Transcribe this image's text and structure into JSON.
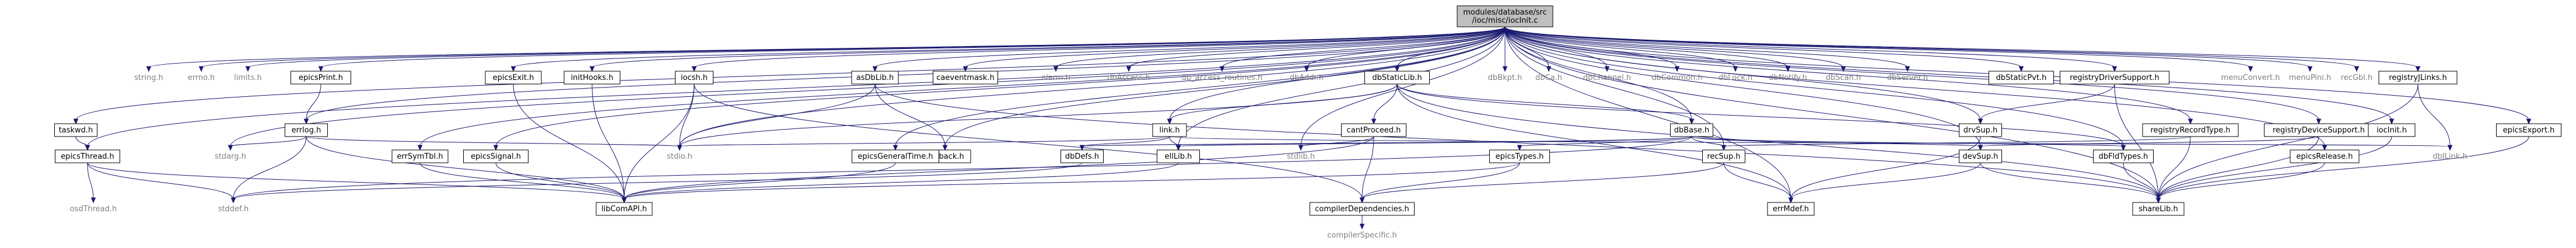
{
  "diagram": {
    "root": "root",
    "nodes": [
      {
        "id": "root",
        "lines": [
          "modules/database/src",
          "/ioc/misc/iocInit.c"
        ],
        "kind": "root"
      },
      {
        "id": "string",
        "lines": [
          "string.h"
        ],
        "kind": "external"
      },
      {
        "id": "errno",
        "lines": [
          "errno.h"
        ],
        "kind": "external"
      },
      {
        "id": "limits",
        "lines": [
          "limits.h"
        ],
        "kind": "external"
      },
      {
        "id": "epicsPrint",
        "lines": [
          "epicsPrint.h"
        ],
        "kind": "local"
      },
      {
        "id": "epicsExit",
        "lines": [
          "epicsExit.h"
        ],
        "kind": "local"
      },
      {
        "id": "initHooks",
        "lines": [
          "initHooks.h"
        ],
        "kind": "local"
      },
      {
        "id": "iocsh",
        "lines": [
          "iocsh.h"
        ],
        "kind": "local"
      },
      {
        "id": "asDbLib",
        "lines": [
          "asDbLib.h"
        ],
        "kind": "local"
      },
      {
        "id": "caeventmask",
        "lines": [
          "caeventmask.h"
        ],
        "kind": "local"
      },
      {
        "id": "alarm",
        "lines": [
          "alarm.h"
        ],
        "kind": "external"
      },
      {
        "id": "dbAccess",
        "lines": [
          "dbAccess.h"
        ],
        "kind": "external"
      },
      {
        "id": "db_access_routines",
        "lines": [
          "db_access_routines.h"
        ],
        "kind": "external"
      },
      {
        "id": "dbAddr",
        "lines": [
          "dbAddr.h"
        ],
        "kind": "external"
      },
      {
        "id": "dbStaticLib",
        "lines": [
          "dbStaticLib.h"
        ],
        "kind": "local"
      },
      {
        "id": "dbBkpt",
        "lines": [
          "dbBkpt.h"
        ],
        "kind": "external"
      },
      {
        "id": "dbCa",
        "lines": [
          "dbCa.h"
        ],
        "kind": "external"
      },
      {
        "id": "dbChannel",
        "lines": [
          "dbChannel.h"
        ],
        "kind": "external"
      },
      {
        "id": "dbCommon",
        "lines": [
          "dbCommon.h"
        ],
        "kind": "external"
      },
      {
        "id": "dbLock",
        "lines": [
          "dbLock.h"
        ],
        "kind": "external"
      },
      {
        "id": "dbNotify",
        "lines": [
          "dbNotify.h"
        ],
        "kind": "external"
      },
      {
        "id": "dbScan",
        "lines": [
          "dbScan.h"
        ],
        "kind": "external"
      },
      {
        "id": "dbServer",
        "lines": [
          "dbServer.h"
        ],
        "kind": "external"
      },
      {
        "id": "dbStaticPvt",
        "lines": [
          "dbStaticPvt.h"
        ],
        "kind": "local"
      },
      {
        "id": "registryDriverSupport",
        "lines": [
          "registryDriverSupport.h"
        ],
        "kind": "local"
      },
      {
        "id": "menuConvert",
        "lines": [
          "menuConvert.h"
        ],
        "kind": "external"
      },
      {
        "id": "menuPini",
        "lines": [
          "menuPini.h"
        ],
        "kind": "external"
      },
      {
        "id": "recGbl",
        "lines": [
          "recGbl.h"
        ],
        "kind": "external"
      },
      {
        "id": "registryJLinks",
        "lines": [
          "registryJLinks.h"
        ],
        "kind": "local"
      },
      {
        "id": "epicsExport",
        "lines": [
          "epicsExport.h"
        ],
        "kind": "local"
      },
      {
        "id": "taskwd",
        "lines": [
          "taskwd.h"
        ],
        "kind": "local"
      },
      {
        "id": "epicsThread",
        "lines": [
          "epicsThread.h"
        ],
        "kind": "local"
      },
      {
        "id": "osdThread",
        "lines": [
          "osdThread.h"
        ],
        "kind": "external"
      },
      {
        "id": "errlog",
        "lines": [
          "errlog.h"
        ],
        "kind": "local"
      },
      {
        "id": "stdarg",
        "lines": [
          "stdarg.h"
        ],
        "kind": "external"
      },
      {
        "id": "stddef",
        "lines": [
          "stddef.h"
        ],
        "kind": "external"
      },
      {
        "id": "libComAPI",
        "lines": [
          "libComAPI.h"
        ],
        "kind": "local"
      },
      {
        "id": "errSymTbl",
        "lines": [
          "errSymTbl.h"
        ],
        "kind": "local"
      },
      {
        "id": "epicsSignal",
        "lines": [
          "epicsSignal.h"
        ],
        "kind": "local"
      },
      {
        "id": "stdio",
        "lines": [
          "stdio.h"
        ],
        "kind": "external"
      },
      {
        "id": "callback",
        "lines": [
          "callback.h"
        ],
        "kind": "local"
      },
      {
        "id": "link",
        "lines": [
          "link.h"
        ],
        "kind": "local"
      },
      {
        "id": "cantProceed",
        "lines": [
          "cantProceed.h"
        ],
        "kind": "local"
      },
      {
        "id": "dbBase",
        "lines": [
          "dbBase.h"
        ],
        "kind": "local"
      },
      {
        "id": "stdlib",
        "lines": [
          "stdlib.h"
        ],
        "kind": "external"
      },
      {
        "id": "epicsGeneralTime",
        "lines": [
          "epicsGeneralTime.h"
        ],
        "kind": "local"
      },
      {
        "id": "dbDefs",
        "lines": [
          "dbDefs.h"
        ],
        "kind": "local"
      },
      {
        "id": "ellLib",
        "lines": [
          "ellLib.h"
        ],
        "kind": "local"
      },
      {
        "id": "epicsTypes",
        "lines": [
          "epicsTypes.h"
        ],
        "kind": "local"
      },
      {
        "id": "recSup",
        "lines": [
          "recSup.h"
        ],
        "kind": "local"
      },
      {
        "id": "compilerDependencies",
        "lines": [
          "compilerDependencies.h"
        ],
        "kind": "local"
      },
      {
        "id": "compilerSpecific",
        "lines": [
          "compilerSpecific.h"
        ],
        "kind": "external"
      },
      {
        "id": "errMdef",
        "lines": [
          "errMdef.h"
        ],
        "kind": "local"
      },
      {
        "id": "devSup",
        "lines": [
          "devSup.h"
        ],
        "kind": "local"
      },
      {
        "id": "drvSup",
        "lines": [
          "drvSup.h"
        ],
        "kind": "local"
      },
      {
        "id": "registryRecordType",
        "lines": [
          "registryRecordType.h"
        ],
        "kind": "local"
      },
      {
        "id": "registryDeviceSupport",
        "lines": [
          "registryDeviceSupport.h"
        ],
        "kind": "local"
      },
      {
        "id": "dbFldTypes",
        "lines": [
          "dbFldTypes.h"
        ],
        "kind": "local"
      },
      {
        "id": "shareLib",
        "lines": [
          "shareLib.h"
        ],
        "kind": "local"
      },
      {
        "id": "iocInit",
        "lines": [
          "iocInit.h"
        ],
        "kind": "local"
      },
      {
        "id": "epicsRelease",
        "lines": [
          "epicsRelease.h"
        ],
        "kind": "local"
      },
      {
        "id": "dbJLink",
        "lines": [
          "dbJLink.h"
        ],
        "kind": "external"
      }
    ],
    "edges": [
      [
        "root",
        "string"
      ],
      [
        "root",
        "errno"
      ],
      [
        "root",
        "limits"
      ],
      [
        "root",
        "epicsPrint"
      ],
      [
        "root",
        "epicsExit"
      ],
      [
        "root",
        "initHooks"
      ],
      [
        "root",
        "iocsh"
      ],
      [
        "root",
        "asDbLib"
      ],
      [
        "root",
        "caeventmask"
      ],
      [
        "root",
        "alarm"
      ],
      [
        "root",
        "dbAccess"
      ],
      [
        "root",
        "db_access_routines"
      ],
      [
        "root",
        "dbAddr"
      ],
      [
        "root",
        "dbStaticLib"
      ],
      [
        "root",
        "dbBkpt"
      ],
      [
        "root",
        "dbCa"
      ],
      [
        "root",
        "dbChannel"
      ],
      [
        "root",
        "dbCommon"
      ],
      [
        "root",
        "dbLock"
      ],
      [
        "root",
        "dbNotify"
      ],
      [
        "root",
        "dbScan"
      ],
      [
        "root",
        "dbServer"
      ],
      [
        "root",
        "dbStaticPvt"
      ],
      [
        "root",
        "registryDriverSupport"
      ],
      [
        "root",
        "menuConvert"
      ],
      [
        "root",
        "menuPini"
      ],
      [
        "root",
        "recGbl"
      ],
      [
        "root",
        "registryJLinks"
      ],
      [
        "root",
        "epicsExport"
      ],
      [
        "root",
        "taskwd"
      ],
      [
        "root",
        "epicsThread"
      ],
      [
        "root",
        "errlog"
      ],
      [
        "root",
        "stdarg"
      ],
      [
        "root",
        "errSymTbl"
      ],
      [
        "root",
        "epicsSignal"
      ],
      [
        "root",
        "stdio"
      ],
      [
        "root",
        "callback"
      ],
      [
        "root",
        "link"
      ],
      [
        "root",
        "dbBase"
      ],
      [
        "root",
        "stdlib"
      ],
      [
        "root",
        "epicsGeneralTime"
      ],
      [
        "root",
        "ellLib"
      ],
      [
        "root",
        "recSup"
      ],
      [
        "root",
        "errMdef"
      ],
      [
        "root",
        "devSup"
      ],
      [
        "root",
        "drvSup"
      ],
      [
        "root",
        "registryRecordType"
      ],
      [
        "root",
        "registryDeviceSupport"
      ],
      [
        "root",
        "dbFldTypes"
      ],
      [
        "root",
        "iocInit"
      ],
      [
        "root",
        "epicsRelease"
      ],
      [
        "root",
        "shareLib"
      ],
      [
        "taskwd",
        "epicsThread"
      ],
      [
        "epicsThread",
        "osdThread"
      ],
      [
        "epicsThread",
        "stddef"
      ],
      [
        "epicsThread",
        "libComAPI"
      ],
      [
        "epicsPrint",
        "errlog"
      ],
      [
        "errlog",
        "stdarg"
      ],
      [
        "errlog",
        "stddef"
      ],
      [
        "errlog",
        "libComAPI"
      ],
      [
        "errlog",
        "stdio"
      ],
      [
        "errSymTbl",
        "libComAPI"
      ],
      [
        "epicsSignal",
        "libComAPI"
      ],
      [
        "epicsExit",
        "libComAPI"
      ],
      [
        "initHooks",
        "libComAPI"
      ],
      [
        "iocsh",
        "stdio"
      ],
      [
        "iocsh",
        "libComAPI"
      ],
      [
        "iocsh",
        "compilerDependencies"
      ],
      [
        "asDbLib",
        "stdio"
      ],
      [
        "asDbLib",
        "callback"
      ],
      [
        "asDbLib",
        "shareLib"
      ],
      [
        "dbStaticLib",
        "stdio"
      ],
      [
        "dbStaticLib",
        "shareLib"
      ],
      [
        "dbStaticLib",
        "dbBase"
      ],
      [
        "dbStaticLib",
        "link"
      ],
      [
        "dbStaticLib",
        "cantProceed"
      ],
      [
        "dbStaticLib",
        "dbFldTypes"
      ],
      [
        "dbStaticLib",
        "errMdef"
      ],
      [
        "link",
        "dbDefs"
      ],
      [
        "link",
        "ellLib"
      ],
      [
        "link",
        "stdio"
      ],
      [
        "link",
        "dbJLink"
      ],
      [
        "cantProceed",
        "stdlib"
      ],
      [
        "cantProceed",
        "compilerDependencies"
      ],
      [
        "cantProceed",
        "libComAPI"
      ],
      [
        "dbBase",
        "dbDefs"
      ],
      [
        "dbBase",
        "ellLib"
      ],
      [
        "dbBase",
        "recSup"
      ],
      [
        "dbBase",
        "devSup"
      ],
      [
        "dbBase",
        "dbFldTypes"
      ],
      [
        "dbBase",
        "epicsTypes"
      ],
      [
        "dbBase",
        "stddef"
      ],
      [
        "epicsGeneralTime",
        "libComAPI"
      ],
      [
        "dbDefs",
        "stddef"
      ],
      [
        "ellLib",
        "libComAPI"
      ],
      [
        "epicsTypes",
        "compilerDependencies"
      ],
      [
        "epicsTypes",
        "libComAPI"
      ],
      [
        "recSup",
        "errMdef"
      ],
      [
        "recSup",
        "compilerDependencies"
      ],
      [
        "compilerDependencies",
        "compilerSpecific"
      ],
      [
        "devSup",
        "errMdef"
      ],
      [
        "devSup",
        "shareLib"
      ],
      [
        "drvSup",
        "errMdef"
      ],
      [
        "registryRecordType",
        "recSup"
      ],
      [
        "registryRecordType",
        "shareLib"
      ],
      [
        "registryDeviceSupport",
        "devSup"
      ],
      [
        "registryDeviceSupport",
        "shareLib"
      ],
      [
        "registryDriverSupport",
        "drvSup"
      ],
      [
        "registryDriverSupport",
        "shareLib"
      ],
      [
        "dbFldTypes",
        "shareLib"
      ],
      [
        "iocInit",
        "shareLib"
      ],
      [
        "epicsRelease",
        "shareLib"
      ],
      [
        "registryJLinks",
        "dbJLink"
      ],
      [
        "registryJLinks",
        "shareLib"
      ],
      [
        "epicsExport",
        "shareLib"
      ]
    ]
  }
}
